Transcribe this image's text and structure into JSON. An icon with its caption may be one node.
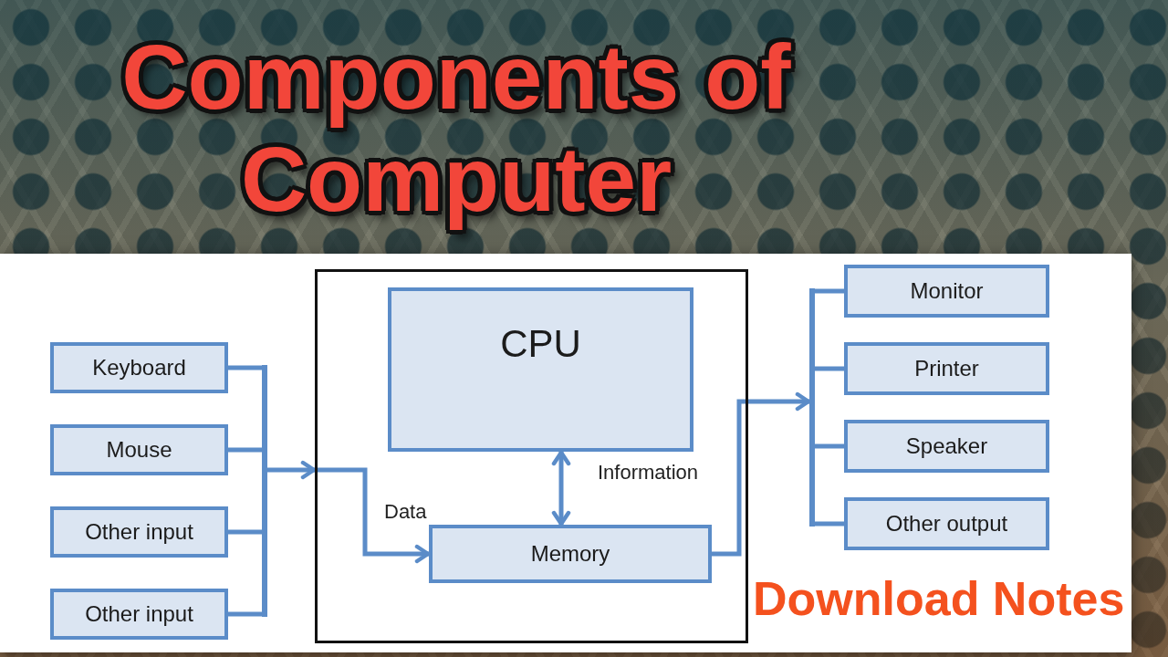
{
  "diagram": {
    "title": "Components of Computer",
    "nodes": [
      {
        "text": [
          "Keyboard"
        ]
      },
      {
        "text": [
          "Mouse"
        ]
      },
      {
        "text": [
          "Other input"
        ]
      },
      {
        "text": [
          "Other input"
        ]
      },
      {
        "text": [],
        "shape": "bar"
      },
      {
        "text": [],
        "shape": "box"
      },
      {
        "text": [
          "CPU"
        ],
        "in": 5
      },
      {
        "text": [
          "Memory"
        ],
        "in": 5
      },
      {
        "text": [],
        "shape": "bar"
      },
      {
        "text": [
          "Monitor"
        ]
      },
      {
        "text": [
          "Printer"
        ]
      },
      {
        "text": [
          "Speaker"
        ]
      },
      {
        "text": [
          "Other output"
        ]
      }
    ],
    "edges": [
      {
        "from": 0,
        "to": 4,
        "arrow": "none"
      },
      {
        "from": 1,
        "to": 4,
        "arrow": "none"
      },
      {
        "from": 2,
        "to": 4,
        "arrow": "none"
      },
      {
        "from": 3,
        "to": 4,
        "arrow": "none"
      },
      {
        "from": 4,
        "to": 5,
        "arrow": "to"
      },
      {
        "from": 5,
        "to": 7,
        "arrow": "to",
        "label": "Data"
      },
      {
        "from": 6,
        "to": 7,
        "arrow": "both"
      },
      {
        "from": 7,
        "to": 8,
        "arrow": "to",
        "label": "Information"
      },
      {
        "from": 8,
        "to": 9,
        "arrow": "none"
      },
      {
        "from": 8,
        "to": 10,
        "arrow": "none"
      },
      {
        "from": 8,
        "to": 11,
        "arrow": "none"
      },
      {
        "from": 8,
        "to": 12,
        "arrow": "none"
      }
    ],
    "labels": [
      "Download Notes"
    ]
  }
}
